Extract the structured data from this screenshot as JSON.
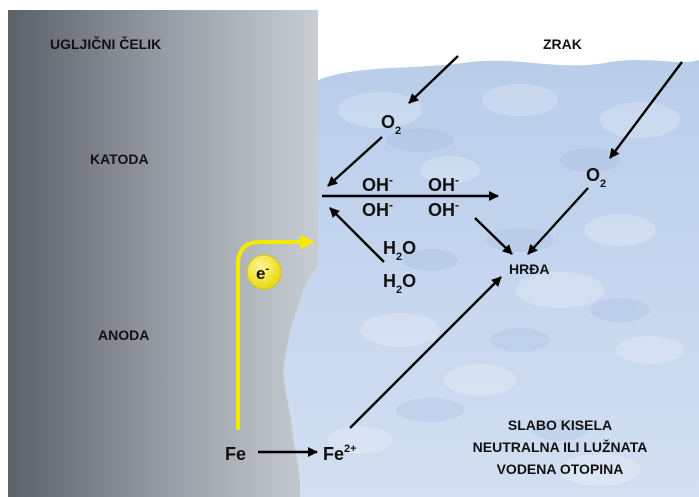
{
  "labels": {
    "steel": "UGLJIČNI ČELIK",
    "air": "ZRAK",
    "cathode": "KATODA",
    "anode": "ANODA",
    "rust": "HRĐA",
    "solution_line1": "SLABO KISELA",
    "solution_line2": "NEUTRALNA ILI LUŽNATA",
    "solution_line3": "VODENA OTOPINA"
  },
  "species": {
    "oxygen": {
      "base": "O",
      "sub": "2"
    },
    "hydroxide": {
      "base": "OH",
      "sup": "-"
    },
    "water": {
      "base": "H",
      "sub": "2",
      "tail": "O"
    },
    "electron": {
      "base": "e",
      "sup": "-"
    },
    "iron": "Fe",
    "iron_ion": {
      "base": "Fe",
      "sup": "2+"
    }
  },
  "colors": {
    "steel_dark": "#5f656d",
    "steel_light": "#c3c9cf",
    "water": "#c9d9ef",
    "electron_path": "#f2ea00",
    "arrow": "#000000"
  }
}
